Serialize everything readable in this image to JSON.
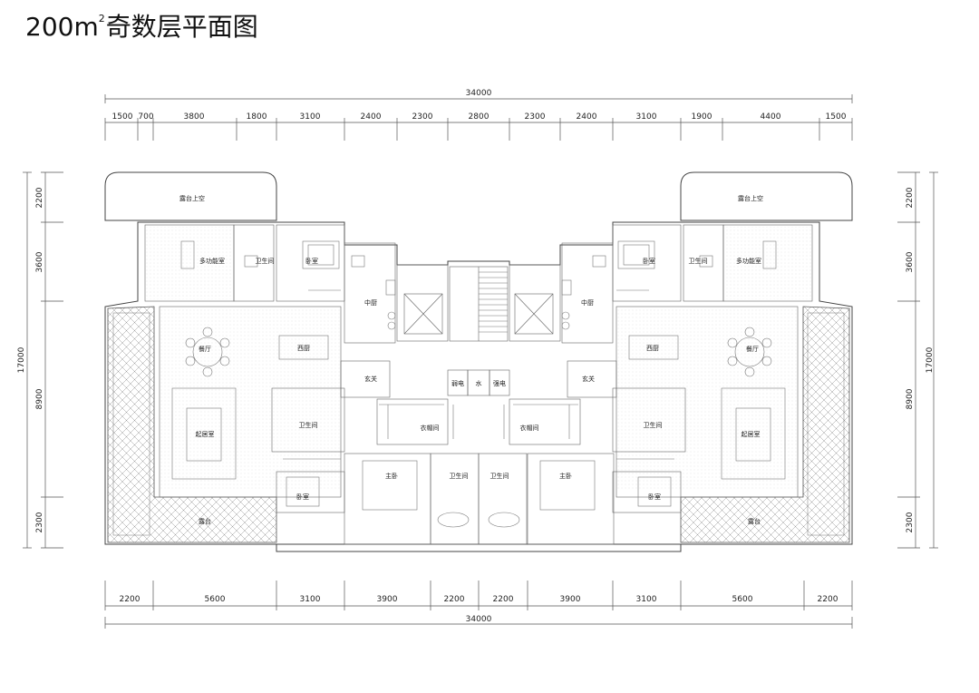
{
  "title": {
    "main": "200m",
    "sup": "2",
    "suffix": "奇数层平面图"
  },
  "top_dims": {
    "total": "34000",
    "segments": [
      "1500",
      "700",
      "3800",
      "1800",
      "3100",
      "2400",
      "2300",
      "2800",
      "2300",
      "2400",
      "3100",
      "1900",
      "4400",
      "1500"
    ]
  },
  "bottom_dims": {
    "total": "34000",
    "segments": [
      "2200",
      "5600",
      "3100",
      "3900",
      "2200",
      "2200",
      "3900",
      "3100",
      "5600",
      "2200"
    ]
  },
  "side_dims": {
    "total": "17000",
    "segments": [
      "2200",
      "3600",
      "8900",
      "2300"
    ]
  },
  "rooms": {
    "terrace_above": "露台上空",
    "multi_room": "多功能室",
    "bath": "卫生间",
    "bedroom": "卧室",
    "kitchen": "中厨",
    "dining": "餐厅",
    "west_kitchen": "西厨",
    "living": "起居室",
    "entrance": "玄关",
    "terrace": "露台",
    "master": "主卧",
    "closet": "衣帽间",
    "weak_elec": "弱电",
    "water": "水",
    "strong_elec": "强电"
  }
}
